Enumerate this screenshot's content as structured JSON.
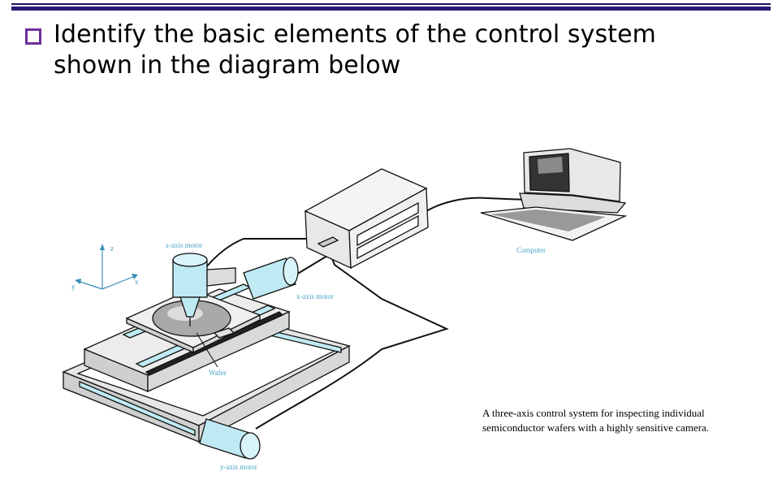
{
  "slide": {
    "heading_line1": "Identify the basic elements of the control system",
    "heading_line2": "shown in the diagram below"
  },
  "figure": {
    "labels": {
      "z_motor": "z-axis motor",
      "x_motor": "x-axis motor",
      "y_motor": "y-axis motor",
      "wafer": "Wafer",
      "computer": "Computer"
    },
    "axes": {
      "z": "z",
      "x": "x",
      "y": "y"
    },
    "caption_line1": "A three-axis control system for inspecting individual",
    "caption_line2": "semiconductor wafers with a highly sensitive camera."
  },
  "colors": {
    "rule": "#2c1a78",
    "bullet": "#6e2f9d",
    "label": "#4aa4c7",
    "motor": "#bfeaf3"
  }
}
